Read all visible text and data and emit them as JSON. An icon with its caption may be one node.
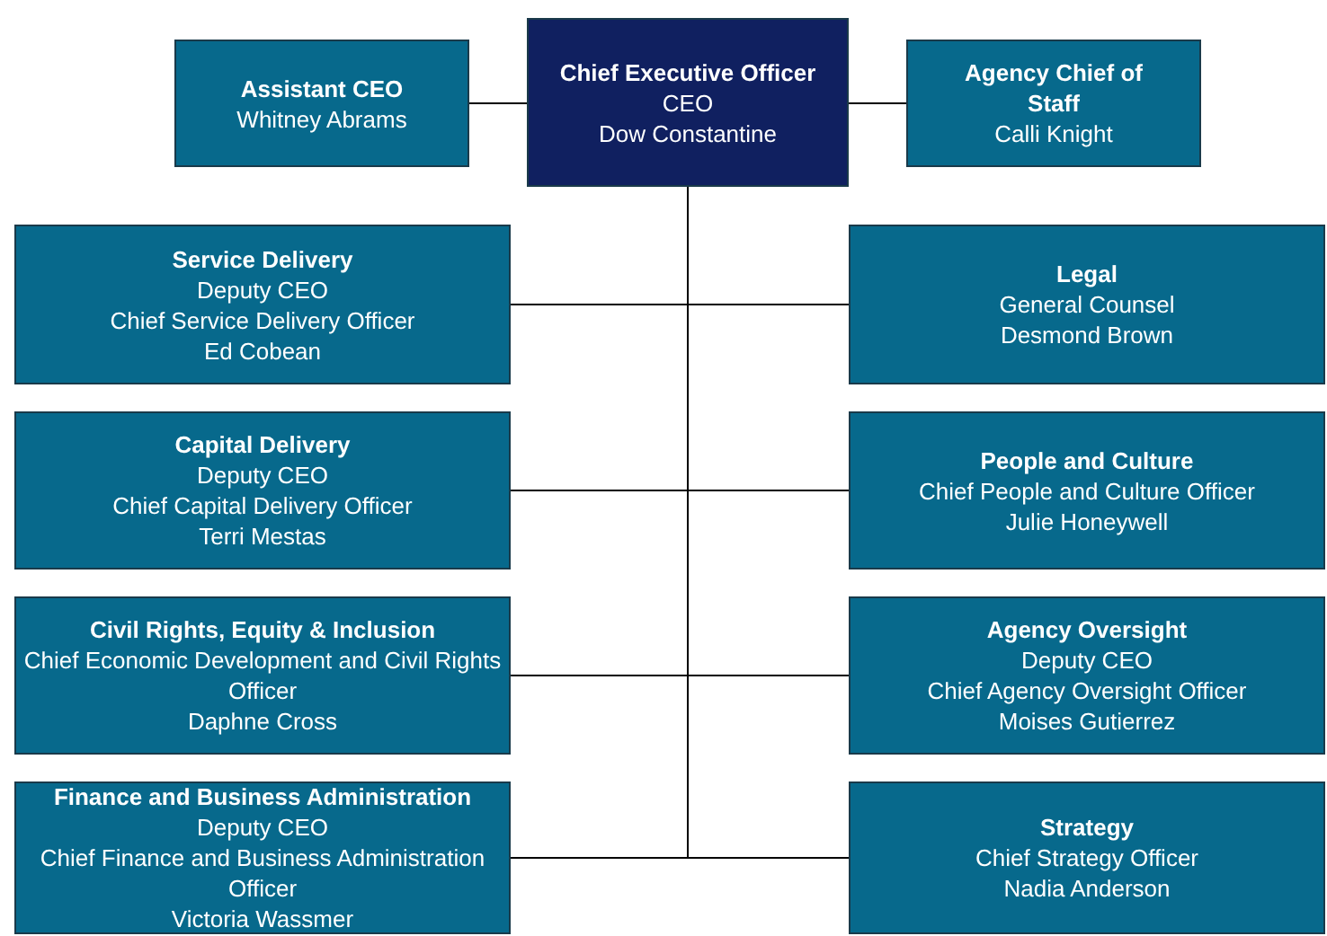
{
  "diagram": {
    "nodes": [
      {
        "text": [
          "Chief Executive Officer",
          "CEO",
          "Dow Constantine"
        ]
      },
      {
        "text": [
          "Assistant CEO",
          "Whitney Abrams"
        ]
      },
      {
        "text": [
          "Agency Chief of Staff",
          "Calli Knight"
        ]
      },
      {
        "text": [
          "Service Delivery",
          "Deputy CEO",
          "Chief Service Delivery Officer",
          "Ed Cobean"
        ]
      },
      {
        "text": [
          "Legal",
          "General Counsel",
          "Desmond Brown"
        ]
      },
      {
        "text": [
          "Capital Delivery",
          "Deputy CEO",
          "Chief Capital Delivery Officer",
          "Terri Mestas"
        ]
      },
      {
        "text": [
          "People and Culture",
          "Chief People and Culture Officer",
          "Julie Honeywell"
        ]
      },
      {
        "text": [
          "Civil Rights, Equity & Inclusion",
          "Chief Economic Development and Civil Rights Officer",
          "Daphne Cross"
        ]
      },
      {
        "text": [
          "Agency Oversight",
          "Deputy CEO",
          "Chief Agency Oversight Officer",
          "Moises Gutierrez"
        ]
      },
      {
        "text": [
          "Finance and Business Administration",
          "Deputy CEO",
          "Chief Finance and Business Administration Officer",
          "Victoria Wassmer"
        ]
      },
      {
        "text": [
          "Strategy",
          "Chief Strategy Officer",
          "Nadia Anderson"
        ]
      }
    ],
    "edges": [
      {
        "from": 0,
        "to": 1,
        "arrow": "none"
      },
      {
        "from": 0,
        "to": 2,
        "arrow": "none"
      },
      {
        "from": 0,
        "to": 3,
        "arrow": "none"
      },
      {
        "from": 0,
        "to": 4,
        "arrow": "none"
      },
      {
        "from": 0,
        "to": 5,
        "arrow": "none"
      },
      {
        "from": 0,
        "to": 6,
        "arrow": "none"
      },
      {
        "from": 0,
        "to": 7,
        "arrow": "none"
      },
      {
        "from": 0,
        "to": 8,
        "arrow": "none"
      },
      {
        "from": 0,
        "to": 9,
        "arrow": "none"
      },
      {
        "from": 0,
        "to": 10,
        "arrow": "none"
      }
    ]
  }
}
